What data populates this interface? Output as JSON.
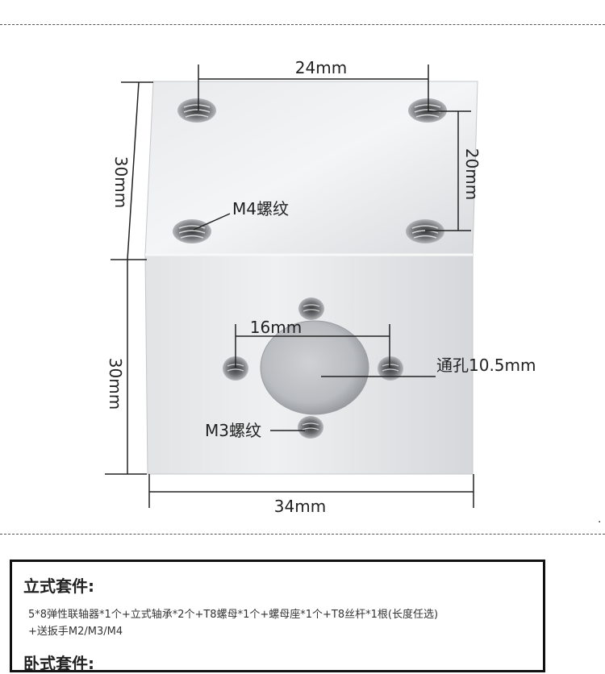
{
  "dimensions": {
    "top_width": "24mm",
    "top_height": "20mm",
    "left_upper": "30mm",
    "left_lower": "30mm",
    "bottom_width": "34mm",
    "hole_spacing": "16mm"
  },
  "callouts": {
    "m4_thread": "M4螺纹",
    "m3_thread": "M3螺纹",
    "through_hole": "通孔10.5mm"
  },
  "stray_mark": ".",
  "kit": {
    "vertical_title": "立式套件:",
    "vertical_line1": "5*8弹性联轴器*1个+立式轴承*2个+T8螺母*1个+螺母座*1个+T8丝杆*1根(长度任选)",
    "vertical_line2": "+送扳手M2/M3/M4",
    "horizontal_title": "卧式套件:"
  }
}
